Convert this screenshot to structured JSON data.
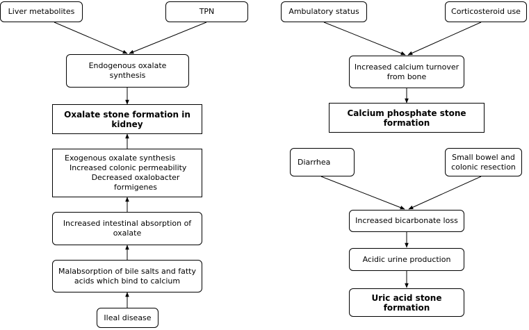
{
  "left": {
    "liver_metabolites": "Liver metabolites",
    "tpn": "TPN",
    "endogenous": "Endogenous oxalate synthesis",
    "oxalate_stone": "Oxalate stone formation in kidney",
    "exogenous_lines": [
      "Exogenous oxalate synthesis",
      "Increased colonic permeability",
      "Decreased oxalobacter formigenes"
    ],
    "intestinal_absorption_lines": [
      "Increased intestinal absorption of",
      "oxalate"
    ],
    "malabsorption_lines": [
      "Malabsorption of bile salts and fatty",
      "acids which bind to calcium"
    ],
    "ileal_disease": "Ileal disease"
  },
  "right": {
    "ambulatory": "Ambulatory status",
    "corticosteroid": "Corticosteroid use",
    "calcium_turnover_lines": [
      "Increased calcium turnover",
      "from bone"
    ],
    "calcium_phosphate_stone": "Calcium phosphate stone formation",
    "diarrhea": "Diarrhea",
    "resection_lines": [
      "Small bowel and",
      "colonic resection"
    ],
    "bicarbonate_loss": "Increased bicarbonate loss",
    "acidic_urine": "Acidic urine production",
    "uric_acid_stone": "Uric acid stone formation"
  }
}
